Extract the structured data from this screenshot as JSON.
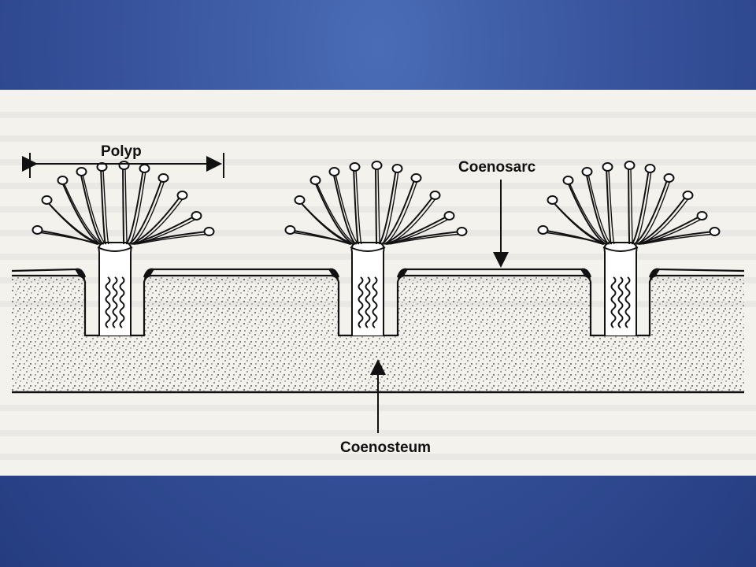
{
  "diagram": {
    "labels": {
      "polyp": "Polyp",
      "coenosarc": "Coenosarc",
      "coenosteum": "Coenosteum"
    },
    "colors": {
      "slide_background": "#3a56a0",
      "figure_background": "#f4f2ec",
      "ink": "#111111"
    }
  }
}
